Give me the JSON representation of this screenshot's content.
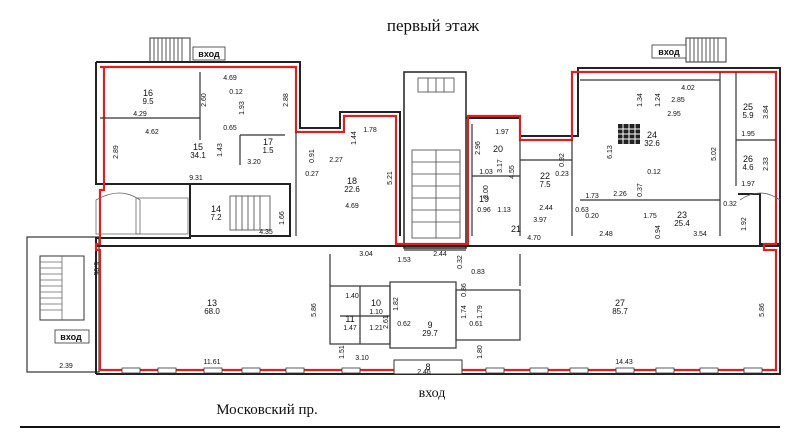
{
  "title": "первый этаж",
  "entrances": [
    "вход",
    "вход",
    "вход",
    "вход"
  ],
  "street": "Московский пр.",
  "rooms": [
    {
      "num": "16",
      "area": "9.5"
    },
    {
      "num": "15",
      "area": "34.1"
    },
    {
      "num": "17",
      "area": "1.5"
    },
    {
      "num": "18",
      "area": "22.6"
    },
    {
      "num": "14",
      "area": "7.2"
    },
    {
      "num": "20",
      "area": ""
    },
    {
      "num": "22",
      "area": "7.5"
    },
    {
      "num": "19",
      "area": ""
    },
    {
      "num": "21",
      "area": ""
    },
    {
      "num": "24",
      "area": "32.6"
    },
    {
      "num": "25",
      "area": "5.9"
    },
    {
      "num": "26",
      "area": "4.6"
    },
    {
      "num": "23",
      "area": "25.4"
    },
    {
      "num": "13",
      "area": "68.0"
    },
    {
      "num": "27",
      "area": "85.7"
    },
    {
      "num": "9",
      "area": "29.7"
    },
    {
      "num": "10",
      "area": ""
    },
    {
      "num": "11",
      "area": ""
    },
    {
      "num": "8",
      "area": ""
    }
  ],
  "dims": [
    "4.69",
    "4.29",
    "4.62",
    "2.60",
    "2.88",
    "1.93",
    "0.12",
    "0.65",
    "1.43",
    "3.20",
    "2.89",
    "9.31",
    "1.78",
    "1.44",
    "2.27",
    "0.91",
    "0.27",
    "5.21",
    "4.69",
    "1.66",
    "4.35",
    "1.97",
    "2.96",
    "4.55",
    "3.17",
    "0.92",
    "1.03",
    "2.00",
    "0.96",
    "1.13",
    "2.44",
    "3.97",
    "4.70",
    "0.23",
    "0.63",
    "0.20",
    "4.02",
    "1.34",
    "1.24",
    "2.85",
    "2.95",
    "6.13",
    "5.02",
    "3.84",
    "1.95",
    "2.33",
    "1.97",
    "0.12",
    "0.37",
    "2.26",
    "1.73",
    "1.75",
    "0.94",
    "0.32",
    "1.92",
    "2.48",
    "3.54",
    "3.04",
    "1.53",
    "2.44",
    "0.32",
    "0.83",
    "5.86",
    "1.40",
    "1.10",
    "1.82",
    "2.61",
    "1.47",
    "1.21",
    "0.62",
    "1.74",
    "1.79",
    "0.61",
    "0.86",
    "1.80",
    "11.61",
    "1.51",
    "3.10",
    "14.43",
    "2.46",
    "5.86",
    "5.05",
    "2.39"
  ]
}
